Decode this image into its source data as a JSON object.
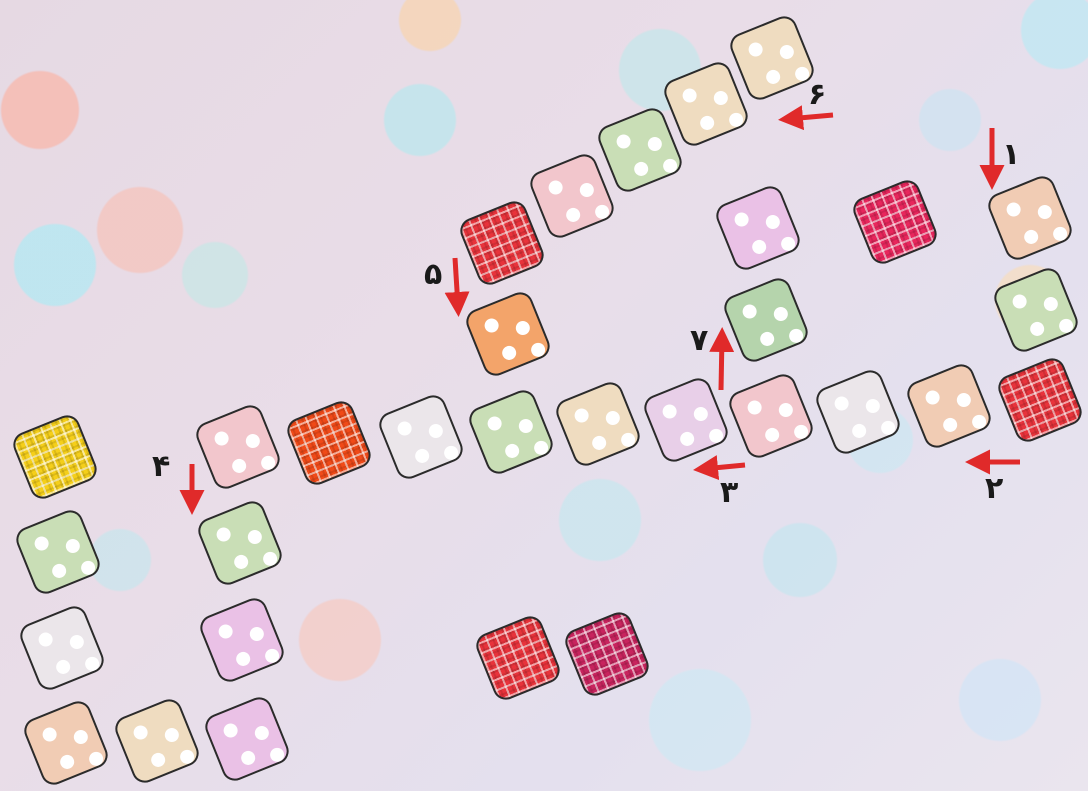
{
  "board": {
    "colors": {
      "peach": "#f1ccb4",
      "sage": "#c9deb6",
      "pink": "#f2c6cc",
      "lilac": "#eac1e6",
      "orange": "#f3a46a",
      "mint": "#b5d4ac",
      "beige": "#efdcc0",
      "lavender": "#e8cfe8",
      "grey": "#ebe6ea",
      "red_plaid": "#e8333b",
      "hot_pink_plaid": "#e8265c",
      "orange_plaid": "#f04a18",
      "yellow_plaid": "#f5cf1a",
      "berry_plaid": "#c8245e",
      "arrow": "#e02a2a"
    },
    "markers": [
      {
        "id": "1",
        "label": "۱",
        "direction": "down"
      },
      {
        "id": "2",
        "label": "۲",
        "direction": "left"
      },
      {
        "id": "3",
        "label": "۳",
        "direction": "left"
      },
      {
        "id": "4",
        "label": "۴",
        "direction": "down"
      },
      {
        "id": "5",
        "label": "۵",
        "direction": "down"
      },
      {
        "id": "6",
        "label": "۶",
        "direction": "left"
      },
      {
        "id": "7",
        "label": "۷",
        "direction": "up"
      }
    ]
  }
}
